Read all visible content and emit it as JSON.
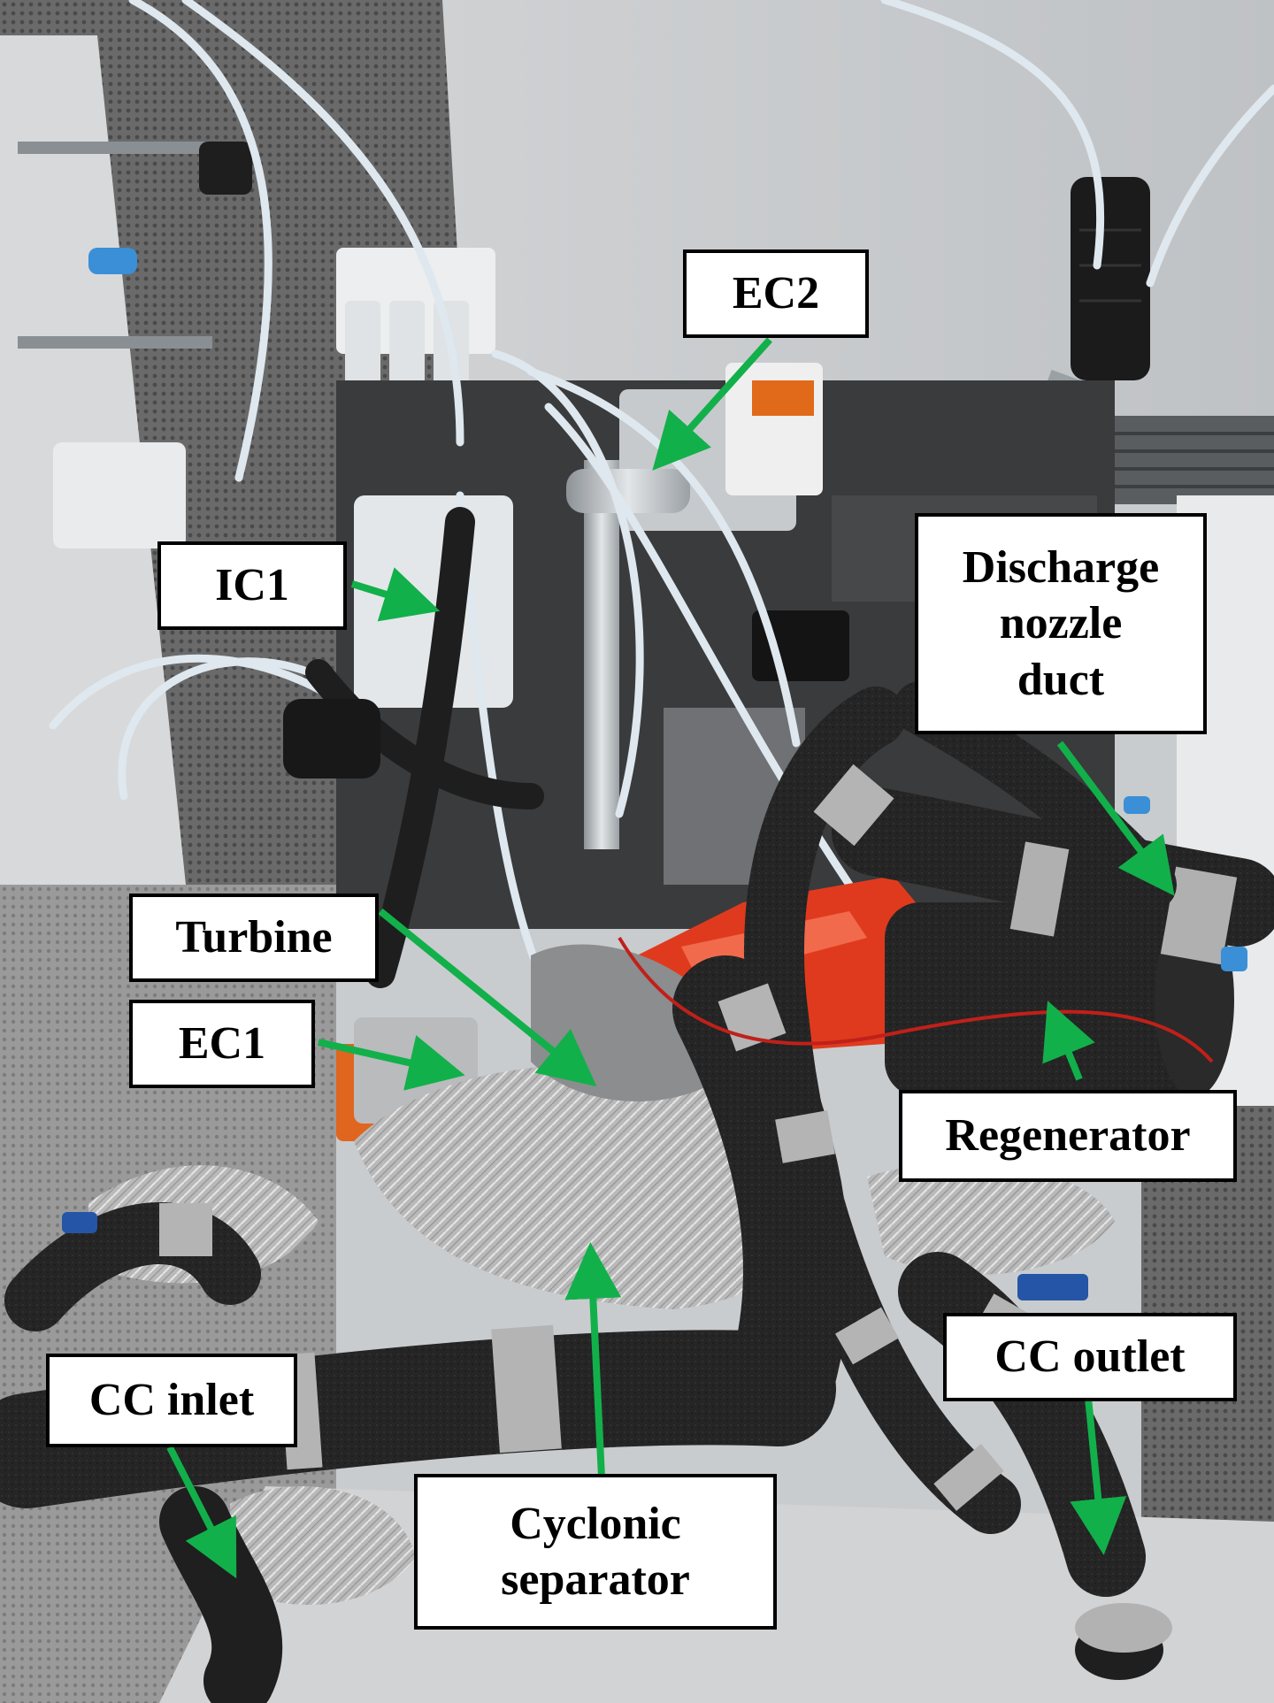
{
  "labels": {
    "ec2": "EC2",
    "ic1": "IC1",
    "discharge_line1": "Discharge",
    "discharge_line2": "nozzle",
    "discharge_line3": "duct",
    "turbine": "Turbine",
    "ec1": "EC1",
    "regenerator": "Regenerator",
    "cc_inlet": "CC inlet",
    "cc_outlet": "CC outlet",
    "cyclonic_line1": "Cyclonic",
    "cyclonic_line2": "separator"
  },
  "colors": {
    "arrow": "#12b04a",
    "label_background": "#ffffff",
    "label_border": "#000000",
    "insulation_foam": "#222222",
    "aluminium_foil": "#b4b4b4",
    "red_wrap": "#e03a1e",
    "pipe_tubing": "#dfe8ee",
    "floor_grey": "#d2d3d4"
  }
}
